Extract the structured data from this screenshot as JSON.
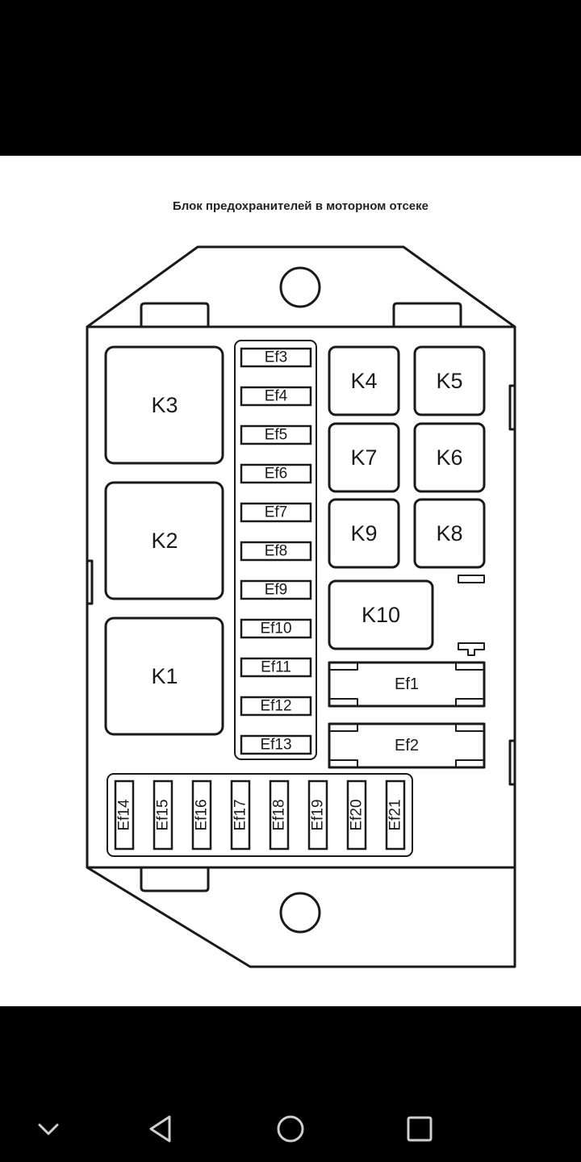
{
  "title": "Блок предохранителей в моторном отсеке",
  "relays": {
    "k3": "K3",
    "k2": "K2",
    "k1": "K1",
    "k4": "K4",
    "k5": "K5",
    "k7": "K7",
    "k6": "K6",
    "k9": "K9",
    "k8": "K8",
    "k10": "K10"
  },
  "fuses_column": [
    "Ef3",
    "Ef4",
    "Ef5",
    "Ef6",
    "Ef7",
    "Ef8",
    "Ef9",
    "Ef10",
    "Ef11",
    "Ef12",
    "Ef13"
  ],
  "fuses_bottom": [
    "Ef14",
    "Ef15",
    "Ef16",
    "Ef17",
    "Ef18",
    "Ef19",
    "Ef20",
    "Ef21"
  ],
  "maxi_fuses": {
    "ef1": "Ef1",
    "ef2": "Ef2"
  },
  "nav": {
    "icons": [
      "chevron-down-icon",
      "back-icon",
      "home-icon",
      "recents-icon"
    ]
  },
  "colors": {
    "background": "#000000",
    "paper": "#ffffff",
    "ink": "#1a1a1a"
  }
}
